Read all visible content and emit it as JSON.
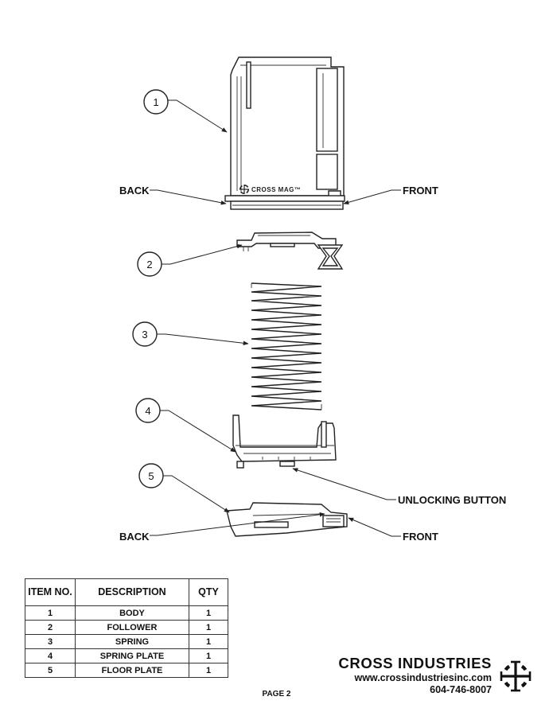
{
  "callouts": {
    "c1": "1",
    "c2": "2",
    "c3": "3",
    "c4": "4",
    "c5": "5"
  },
  "labels": {
    "back_top": "BACK",
    "front_top": "FRONT",
    "unlocking_button": "UNLOCKING BUTTON",
    "back_bottom": "BACK",
    "front_bottom": "FRONT"
  },
  "body_marking": "CROSS MAG™",
  "bom": {
    "headers": {
      "item": "ITEM NO.",
      "description": "DESCRIPTION",
      "qty": "QTY"
    },
    "rows": [
      {
        "item": "1",
        "description": "BODY",
        "qty": "1"
      },
      {
        "item": "2",
        "description": "FOLLOWER",
        "qty": "1"
      },
      {
        "item": "3",
        "description": "SPRING",
        "qty": "1"
      },
      {
        "item": "4",
        "description": "SPRING PLATE",
        "qty": "1"
      },
      {
        "item": "5",
        "description": "FLOOR PLATE",
        "qty": "1"
      }
    ]
  },
  "company": {
    "name": "CROSS INDUSTRIES",
    "website": "www.crossindustriesinc.com",
    "phone": "604-746-8007"
  },
  "page": "PAGE 2",
  "icons": {
    "company_logo": "cross-crosshair-logo-icon",
    "body_logo": "cross-crosshair-logo-icon"
  }
}
